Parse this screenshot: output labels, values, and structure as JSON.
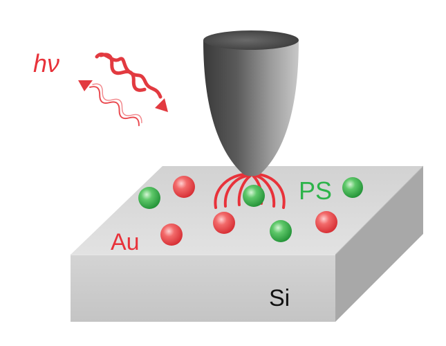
{
  "labels": {
    "photon": "hν",
    "ps": "PS",
    "au": "Au",
    "si": "Si"
  },
  "colors": {
    "red": "#e8323a",
    "green": "#2db34a",
    "substrate_top": "#d9d9d9",
    "substrate_front": "#cfcfcf",
    "substrate_side": "#a9a9a9",
    "tip_dark": "#4a4a4a",
    "tip_light": "#b5b5b5"
  },
  "icons": {
    "tip": "afm-tip-icon",
    "incident_light": "incident-wave-icon",
    "scattered_light": "scattered-wave-icon",
    "near_field": "near-field-lines-icon"
  }
}
